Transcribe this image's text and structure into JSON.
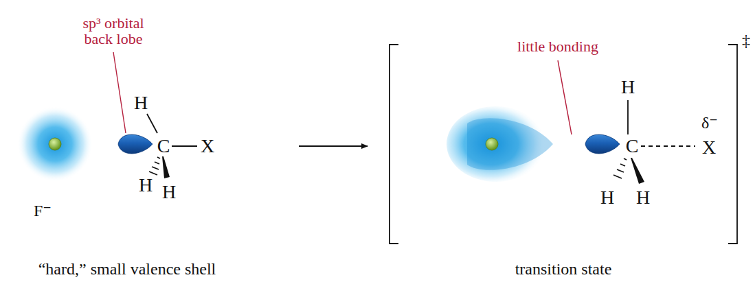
{
  "diagram": {
    "labels": [
      "sp³ orbital back lobe",
      "H",
      "C",
      "X",
      "H",
      "H",
      "F⁻",
      "“hard,” small valence shell",
      "little bonding",
      "‡",
      "H",
      "δ⁻",
      "C",
      "X",
      "H",
      "H",
      "transition state"
    ]
  }
}
